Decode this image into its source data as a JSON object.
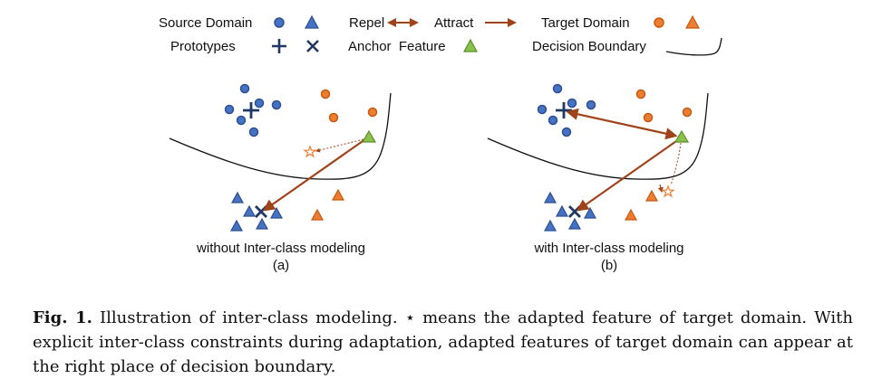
{
  "legend": {
    "source_domain": "Source Domain",
    "repel": "Repel",
    "attract": "Attract",
    "target_domain": "Target Domain",
    "prototypes": "Prototypes",
    "anchor_feature": "Anchor  Feature",
    "decision_boundary": "Decision Boundary"
  },
  "panels": [
    {
      "label": "without Inter-class modeling",
      "sub": "(a)"
    },
    {
      "label": "with Inter-class modeling",
      "sub": "(b)"
    }
  ],
  "caption": {
    "prefix": "Fig. 1.",
    "star": "⋆",
    "text_before_star": " Illustration of inter-class modeling. ",
    "text_after_star": " means the adapted feature of target domain. With explicit inter-class constraints during adaptation, adapted features of target domain can appear at the right place of decision boundary."
  },
  "colors": {
    "source": "#4472c4",
    "source_edge": "#2f4f8f",
    "target": "#ed7d31",
    "target_edge": "#c55a11",
    "anchor": "#8bc34a",
    "arrow": "#a0421a",
    "prototype": "#1f3864"
  }
}
